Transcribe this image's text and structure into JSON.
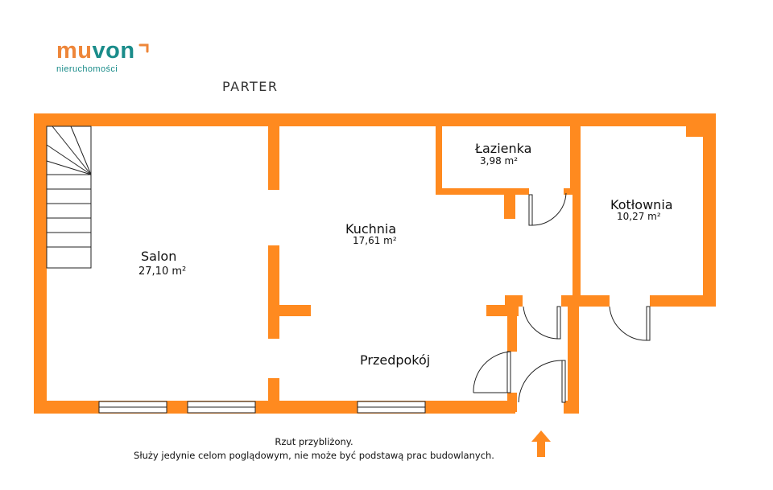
{
  "brand": {
    "name_part1": "mu",
    "name_part2": "von",
    "tagline": "nieruchomości",
    "color_orange": "#ee8639",
    "color_teal": "#1a8c8a"
  },
  "floor_title": "PARTER",
  "colors": {
    "wall": "#ff8a1f",
    "line": "#222222"
  },
  "rooms": {
    "salon": {
      "name": "Salon",
      "area": "27,10 m²"
    },
    "kuchnia": {
      "name": "Kuchnia",
      "area": "17,61 m²"
    },
    "lazienka": {
      "name": "Łazienka",
      "area": "3,98 m²"
    },
    "kotlownia": {
      "name": "Kotłownia",
      "area": "10,27 m²"
    },
    "przedpokoj": {
      "name": "Przedpokój"
    }
  },
  "icons": {
    "logo_mark": "corner-arrow-icon",
    "entrance": "up-arrow-icon"
  },
  "disclaimer": {
    "line1": "Rzut przybliżony.",
    "line2": "Służy jedynie celom poglądowym, nie może być podstawą prac budowlanych."
  }
}
